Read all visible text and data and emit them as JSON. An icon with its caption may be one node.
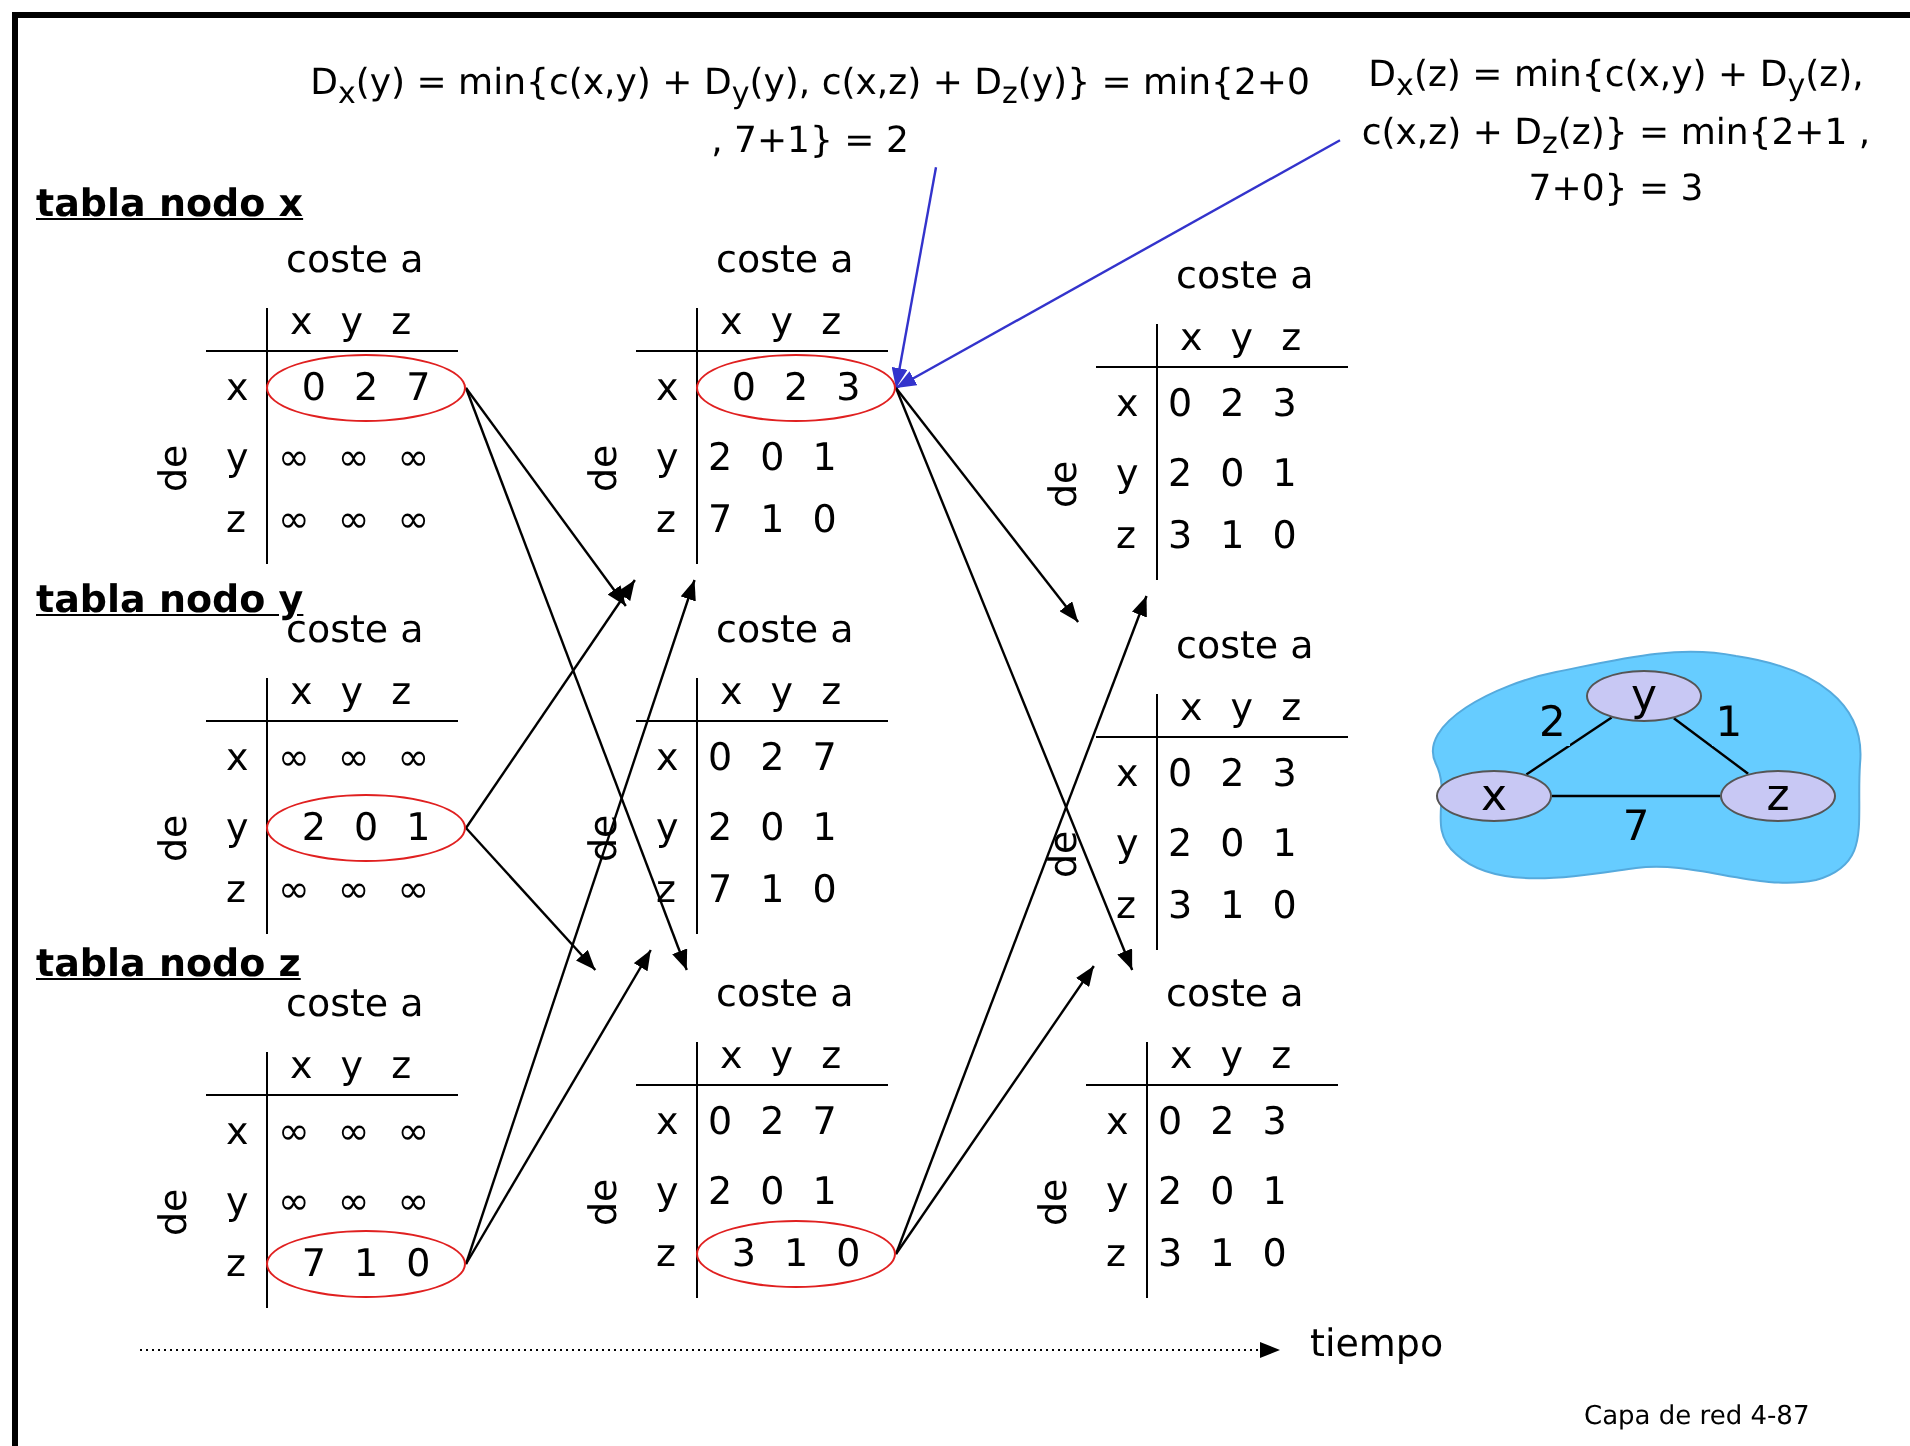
{
  "diagram": {
    "nodes": [
      {
        "text": [
          "D$_{x}$(y) = min{c(x,y) + D$_{y}$(y), c(x,z) + D$_{z}$(y)} = min{2+0 , 7+1} = 2"
        ]
      },
      {
        "text": [
          "D$_{x}$(z) = min{c(x,y) + D$_{y}$(z), c(x,z) + D$_{z}$(z)} = min{2+1 , 7+0} = 3"
        ]
      },
      {
        "text": [
          "coste a",
          "x y z",
          "de",
          "x",
          "y",
          "z",
          "∞ ∞ ∞",
          "∞ ∞ ∞"
        ]
      },
      {
        "text": [
          "0 2 7"
        ],
        "in": 2
      },
      {
        "text": [
          "coste a",
          "x y z",
          "de",
          "x",
          "y",
          "z",
          "2 0 1",
          "7 1 0"
        ]
      },
      {
        "text": [
          "0 2 3"
        ],
        "in": 4
      },
      {
        "text": [
          "coste a",
          "x y z",
          "de",
          "x",
          "y",
          "z",
          "0 2 3",
          "2 0 1",
          "3 1 0"
        ]
      },
      {
        "text": [
          "coste a",
          "x y z",
          "de",
          "x",
          "y",
          "z",
          "∞ ∞ ∞",
          "∞ ∞ ∞"
        ]
      },
      {
        "text": [
          "2 0 1"
        ],
        "in": 7
      },
      {
        "text": [
          "coste a",
          "x y z",
          "de",
          "x",
          "y",
          "z",
          "0 2 7",
          "2 0 1",
          "7 1 0"
        ]
      },
      {
        "text": [
          "coste a",
          "x y z",
          "de",
          "x",
          "y",
          "z",
          "0 2 3",
          "2 0 1",
          "3 1 0"
        ]
      },
      {
        "text": [],
        "shape": "cloud"
      },
      {
        "text": [
          "y"
        ],
        "in": 11
      },
      {
        "text": [
          "x"
        ],
        "in": 11
      },
      {
        "text": [
          "z"
        ],
        "in": 11
      },
      {
        "text": [
          "coste a",
          "x y z",
          "de",
          "x",
          "y",
          "z",
          "∞ ∞ ∞",
          "∞ ∞ ∞"
        ]
      },
      {
        "text": [
          "7 1 0"
        ],
        "in": 15
      },
      {
        "text": [
          "coste a",
          "x y z",
          "de",
          "x",
          "y",
          "z",
          "0 2 7",
          "2 0 1"
        ]
      },
      {
        "text": [
          "3 1 0"
        ],
        "in": 17
      },
      {
        "text": [
          "coste a",
          "x y z",
          "de",
          "x",
          "y",
          "z",
          "0 2 3",
          "2 0 1",
          "3 1 0"
        ]
      }
    ],
    "edges": [
      {
        "from": 0,
        "to": 5,
        "arrow": "to",
        "color": "#3333cc"
      },
      {
        "from": 1,
        "to": 5,
        "arrow": "to",
        "color": "#3333cc"
      },
      {
        "from": 3,
        "to": 9,
        "arrow": "to"
      },
      {
        "from": 3,
        "to": 17,
        "arrow": "to"
      },
      {
        "from": 8,
        "to": 4,
        "arrow": "to"
      },
      {
        "from": 8,
        "to": 17,
        "arrow": "to"
      },
      {
        "from": 16,
        "to": 4,
        "arrow": "to"
      },
      {
        "from": 16,
        "to": 9,
        "arrow": "to"
      },
      {
        "from": 5,
        "to": 10,
        "arrow": "to"
      },
      {
        "from": 5,
        "to": 19,
        "arrow": "to"
      },
      {
        "from": 18,
        "to": 6,
        "arrow": "to"
      },
      {
        "from": 18,
        "to": 10,
        "arrow": "to"
      },
      {
        "from": 13,
        "to": 12,
        "arrow": "none",
        "label": "2"
      },
      {
        "from": 12,
        "to": 14,
        "arrow": "none",
        "label": "1"
      },
      {
        "from": 13,
        "to": 14,
        "arrow": "none",
        "label": "7"
      }
    ],
    "labels": [
      "tabla nodo x",
      "tabla nodo y",
      "tabla nodo z",
      "tiempo",
      "Capa de red 4-87"
    ]
  }
}
